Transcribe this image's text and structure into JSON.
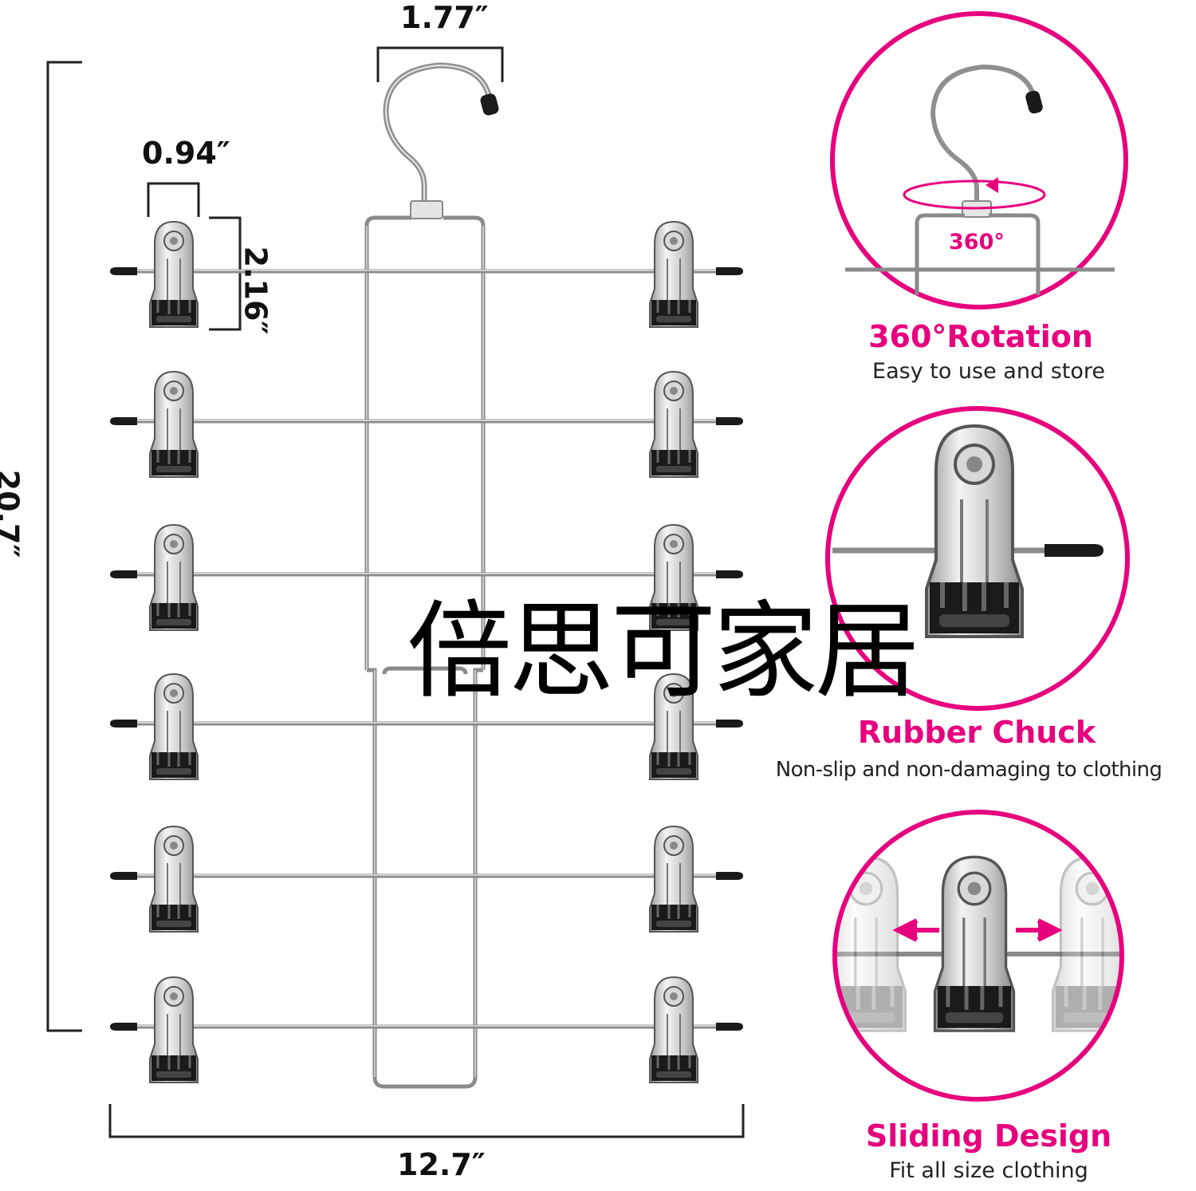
{
  "dimensions": {
    "hook_width": "1.77″",
    "clip_width": "0.94″",
    "clip_height": "2.16″",
    "total_height": "20.7″",
    "total_width": "12.7″"
  },
  "features": [
    {
      "title": "360°Rotation",
      "subtitle": "Easy to use and store",
      "inset_label": "360°"
    },
    {
      "title": "Rubber Chuck",
      "subtitle": "Non-slip and non-damaging to clothing"
    },
    {
      "title": "Sliding Design",
      "subtitle": "Fit all size clothing"
    }
  ],
  "watermark": "倍思可家居",
  "colors": {
    "accent": "#e6007e",
    "frame": "#8a8a8a",
    "clip_dark": "#1a1a1a"
  },
  "tiers": 6
}
